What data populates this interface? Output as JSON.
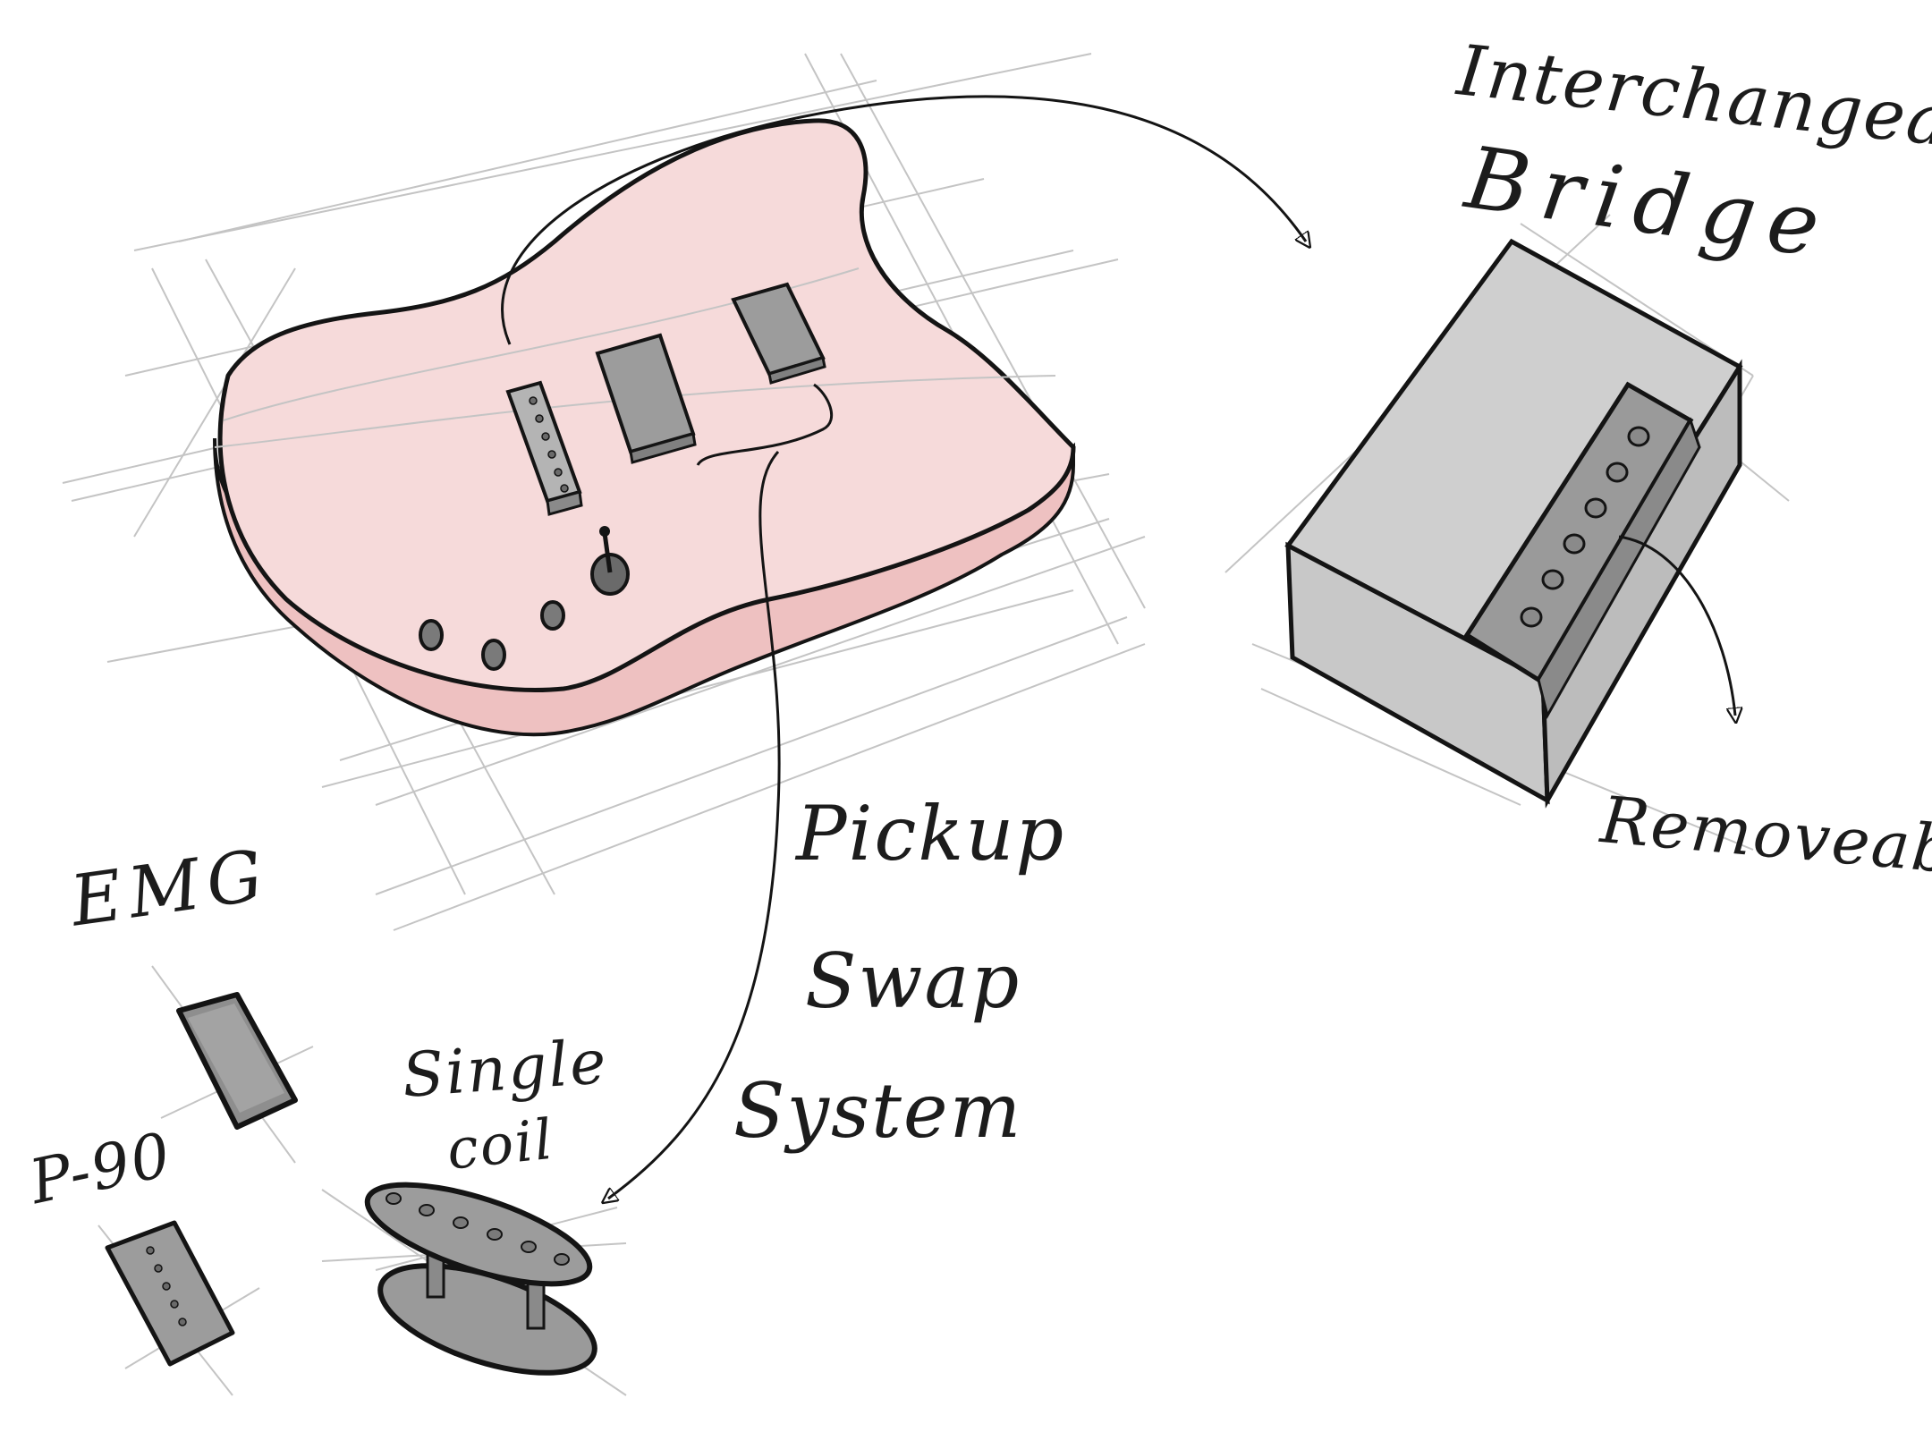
{
  "labels": {
    "interchangeable": "Interchangeable",
    "bridge": "Bridge",
    "removable": "Removeable",
    "pickup": "Pickup",
    "swap": "Swap",
    "system": "System",
    "emg": "EMG",
    "single": "Single",
    "coil": "coil",
    "p90": "P-90"
  },
  "colors": {
    "body_fill": "#f6dada",
    "body_side": "#eec1c1",
    "pickup_fill": "#9c9c9c",
    "pickup_light": "#b4b4b4",
    "bridge_fill": "#cfcfcf",
    "bridge_side": "#bcbcbc",
    "construction": "#c4c4c4",
    "ink": "#141414"
  }
}
